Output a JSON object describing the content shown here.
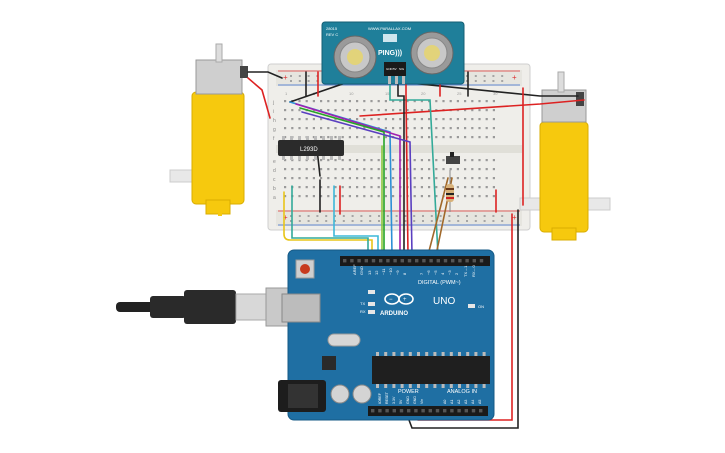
{
  "ping_sensor": {
    "part_number": "28015",
    "revision": "REV C",
    "url": "WWW.PARALLAX.COM",
    "name": "PING)))",
    "pins": [
      "GND",
      "5V",
      "SIG"
    ]
  },
  "driver_ic": {
    "label": "L293D"
  },
  "breadboard": {
    "row_letters_top": [
      "j",
      "i",
      "h",
      "g",
      "f"
    ],
    "row_letters_bottom": [
      "e",
      "d",
      "c",
      "b",
      "a"
    ],
    "column_numbers": [
      "1",
      "5",
      "10",
      "15",
      "20",
      "25",
      "30"
    ]
  },
  "arduino": {
    "aref_label": "AREF",
    "gnd_label": "GND",
    "digital_header_title": "DIGITAL (PWM~)",
    "digital_pins": [
      "13",
      "12",
      "~11",
      "~10",
      "~9",
      "8",
      "7",
      "~6",
      "~5",
      "4",
      "~3",
      "2",
      "TX→1",
      "RX←0"
    ],
    "board_name": "UNO",
    "brand": "ARDUINO",
    "on_label": "ON",
    "tx_label": "TX",
    "rx_label": "RX",
    "power_title": "POWER",
    "power_pins": [
      "IOREF",
      "RESET",
      "3.3V",
      "5V",
      "GND",
      "GND",
      "Vin"
    ],
    "analog_title": "ANALOG IN",
    "analog_pins": [
      "A0",
      "A1",
      "A2",
      "A3",
      "A4",
      "A5"
    ]
  },
  "colors": {
    "arduino_board": "#1f6fa3",
    "breadboard": "#efeeea",
    "motor_yellow": "#f6c90e",
    "sensor_board": "#1f7f9a",
    "ic_body": "#2b2b2b"
  }
}
